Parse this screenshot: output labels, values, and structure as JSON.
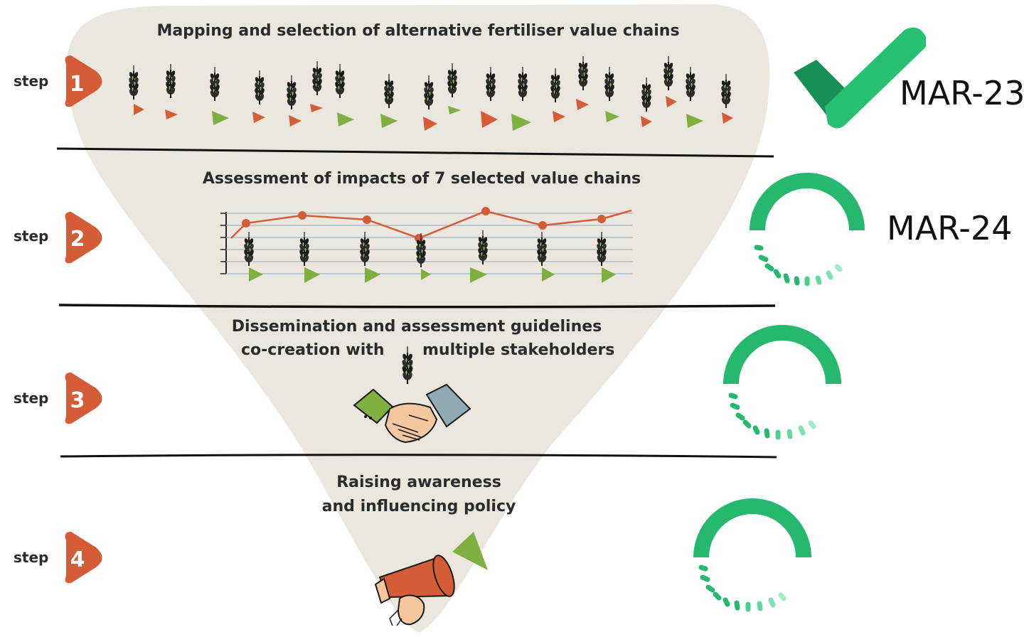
{
  "steps": [
    {
      "word": "step",
      "number": "1",
      "title": "Mapping and selection of alternative fertiliser value chains",
      "status": "done",
      "date": "MAR-23"
    },
    {
      "word": "step",
      "number": "2",
      "title": "Assessment of impacts of 7 selected value chains",
      "status": "in-progress",
      "date": "MAR-24"
    },
    {
      "word": "step",
      "number": "3",
      "title_line1": "Dissemination and assessment guidelines",
      "title_line2a": "co-creation with",
      "title_line2b": "multiple stakeholders",
      "status": "in-progress"
    },
    {
      "word": "step",
      "number": "4",
      "title_line1": "Raising awareness",
      "title_line2": "and influencing policy",
      "status": "in-progress"
    }
  ],
  "colors": {
    "funnel": "#ebe7df",
    "step_badge": "#d45c37",
    "leaf_green": "#7faf3f",
    "leaf_orange": "#d45c37",
    "progress_green": "#25b86e",
    "check_dark": "#178f55",
    "check_light": "#27c073",
    "line_chart": "#d45c37"
  },
  "icons": [
    "wheat-icon",
    "checkmark-icon",
    "loading-ring-icon",
    "handshake-icon",
    "megaphone-icon"
  ]
}
